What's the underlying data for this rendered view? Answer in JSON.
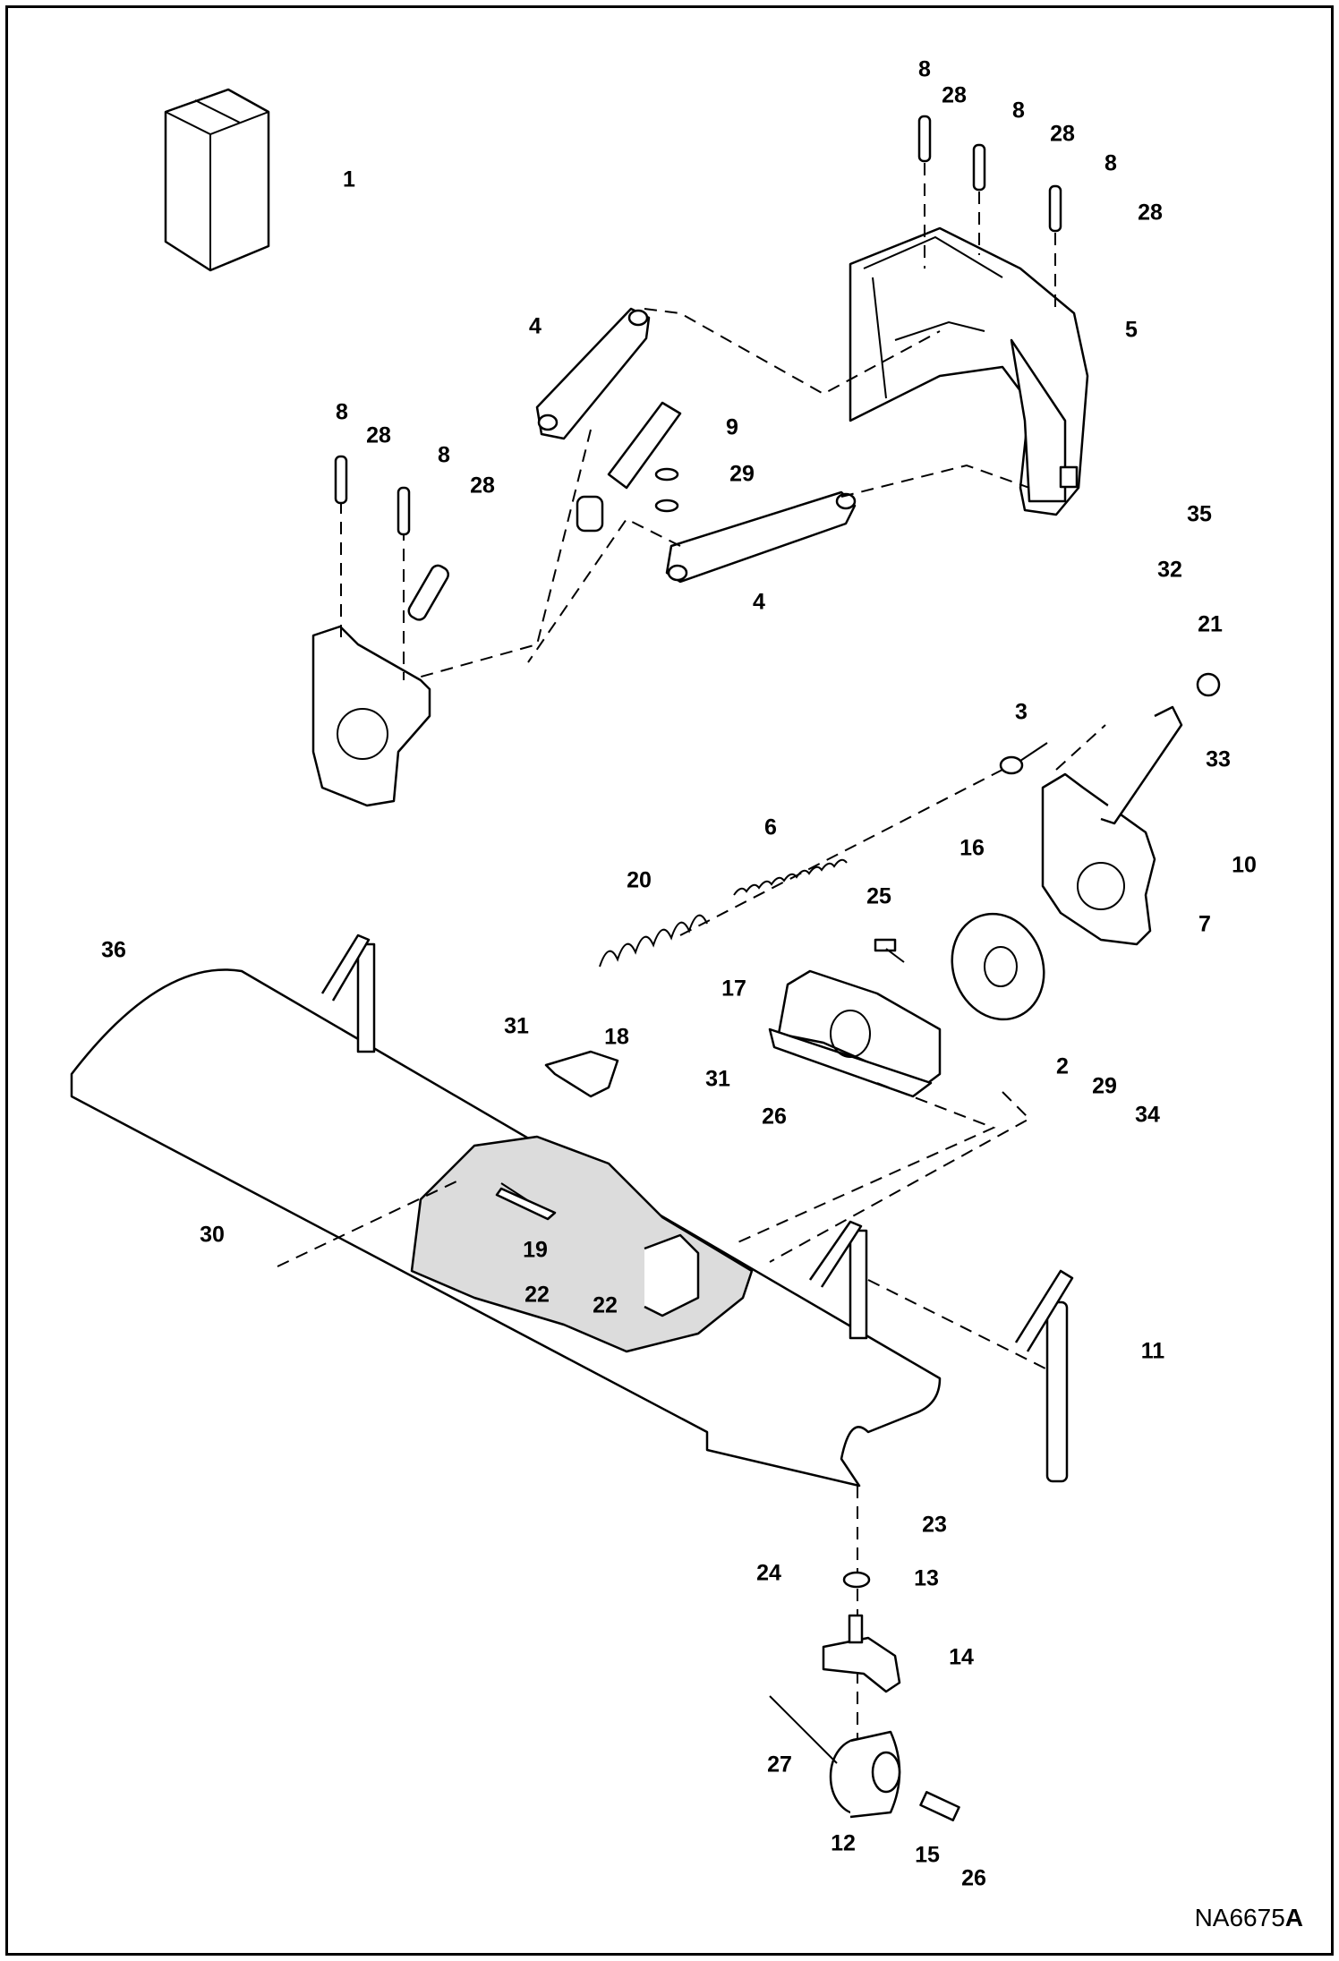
{
  "drawing_number": {
    "prefix": "NA6675",
    "suffix": "A"
  },
  "callouts": [
    "1",
    "8",
    "28",
    "8",
    "28",
    "8",
    "28",
    "5",
    "4",
    "9",
    "29",
    "8",
    "28",
    "8",
    "28",
    "35",
    "32",
    "4",
    "21",
    "3",
    "33",
    "6",
    "16",
    "10",
    "7",
    "20",
    "25",
    "36",
    "17",
    "31",
    "18",
    "31",
    "2",
    "29",
    "34",
    "26",
    "30",
    "19",
    "22",
    "22",
    "11",
    "23",
    "24",
    "13",
    "14",
    "27",
    "12",
    "15",
    "26"
  ]
}
